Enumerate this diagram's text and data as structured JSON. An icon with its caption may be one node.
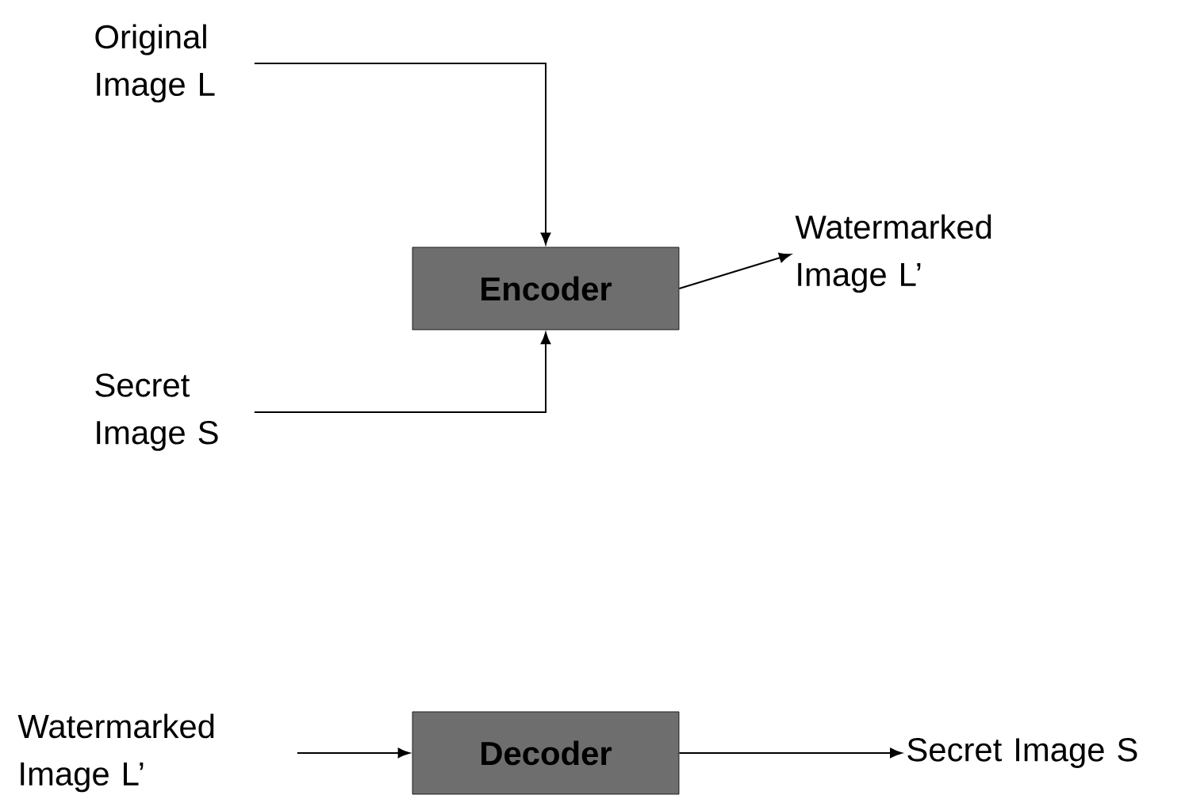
{
  "diagram": {
    "nodes": [
      {
        "text": [
          "Original Image L"
        ]
      },
      {
        "text": [
          "Encoder"
        ]
      },
      {
        "text": [
          "Watermarked Image L’"
        ]
      },
      {
        "text": [
          "Secret Image S"
        ]
      },
      {
        "text": [
          "Watermarked Image L’"
        ]
      },
      {
        "text": [
          "Decoder"
        ]
      },
      {
        "text": [
          "Secret Image S"
        ]
      }
    ],
    "edges": [
      {
        "from": 0,
        "to": 1,
        "arrow": "to"
      },
      {
        "from": 3,
        "to": 1,
        "arrow": "to"
      },
      {
        "from": 1,
        "to": 2,
        "arrow": "to"
      },
      {
        "from": 4,
        "to": 5,
        "arrow": "to"
      },
      {
        "from": 5,
        "to": 6,
        "arrow": "to"
      }
    ]
  }
}
